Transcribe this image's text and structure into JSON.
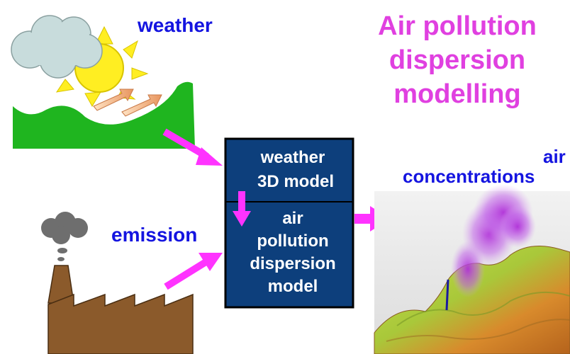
{
  "title": {
    "line1": "Air pollution",
    "line2": "dispersion",
    "line3": "modelling"
  },
  "labels": {
    "weather": "weather",
    "emission": "emission",
    "air_concentrations_line1": "air",
    "air_concentrations_line2": "concentrations"
  },
  "box": {
    "top_line1": "weather",
    "top_line2": "3D model",
    "bottom_line1": "air",
    "bottom_line2": "pollution",
    "bottom_line3": "dispersion",
    "bottom_line4": "model"
  },
  "colors": {
    "title": "#e040e0",
    "labels": "#1414e0",
    "box_fill": "#0d3f7c",
    "arrows": "#ff33ff",
    "terrain_green": "#1fb51f",
    "factory_brown": "#8b5a2b",
    "sun_yellow": "#ffee22",
    "cloud": "#c8dcdc"
  },
  "icons": [
    "cloud-icon",
    "sun-icon",
    "wind-arrow-icon",
    "factory-icon",
    "smoke-icon",
    "terrain-3d-icon",
    "pollution-plume-icon"
  ]
}
